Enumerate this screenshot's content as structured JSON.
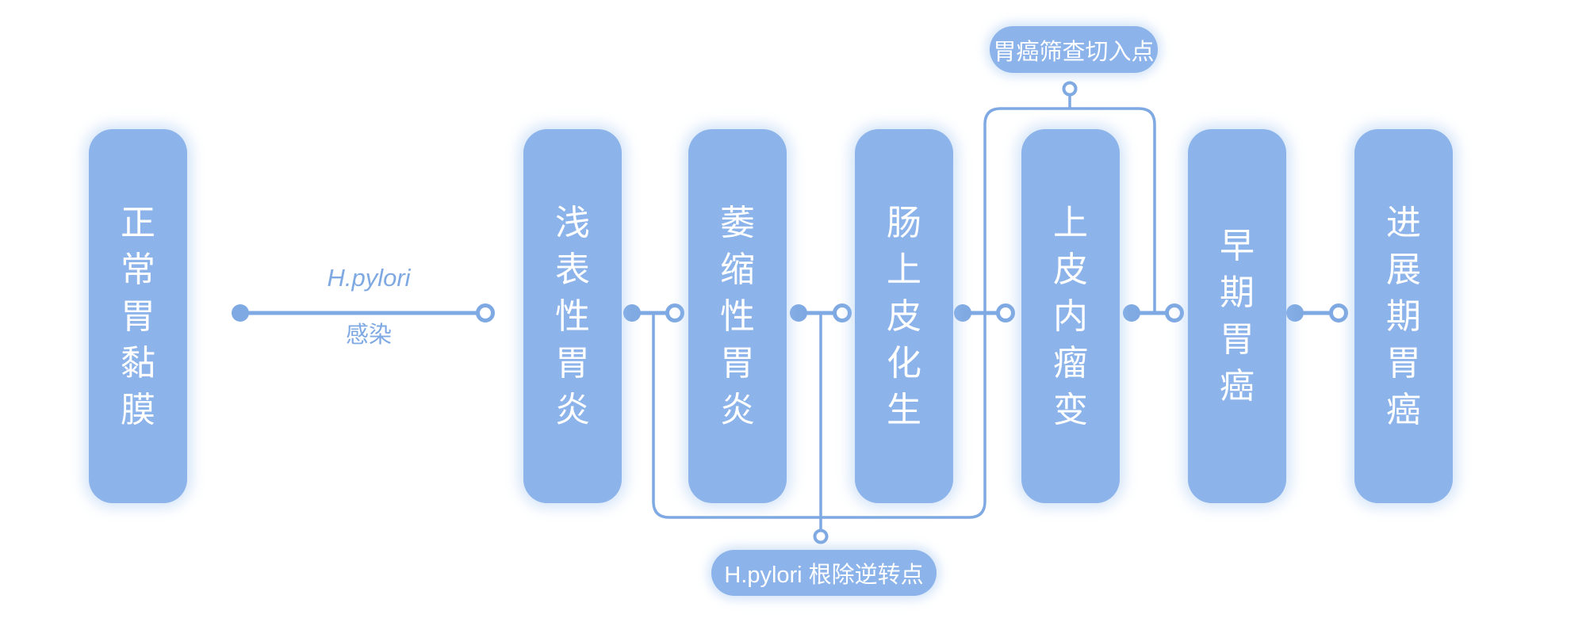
{
  "diagram": {
    "title_hint": "gastric-cancer-progression-cascade",
    "colors": {
      "background": "#ffffff",
      "node_fill": "#8CB3EA",
      "node_text": "#ffffff",
      "line": "#7FA9E2",
      "edge_label_text": "#7FA9E2"
    },
    "stages": [
      {
        "label": "正常胃黏膜"
      },
      {
        "label": "浅表性胃炎"
      },
      {
        "label": "萎缩性胃炎"
      },
      {
        "label": "肠上皮化生"
      },
      {
        "label": "上皮内瘤变"
      },
      {
        "label": "早期胃癌"
      },
      {
        "label": "进展期胃癌"
      }
    ],
    "edge_label": {
      "line1": "H.pylori",
      "line2": "感染"
    },
    "annotations": {
      "top": {
        "label": "胃癌筛查切入点"
      },
      "bottom": {
        "label": "H.pylori 根除逆转点"
      }
    }
  }
}
